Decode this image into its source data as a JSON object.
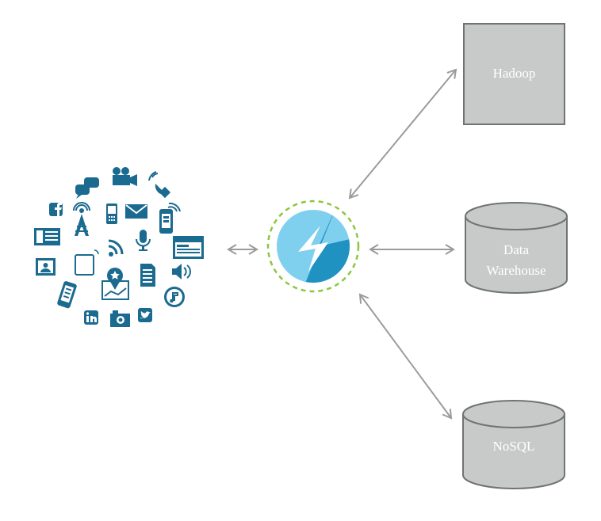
{
  "diagram": {
    "center_node": {
      "icon": "lightning-bolt-icon",
      "ring_color": "#8dc63f"
    },
    "targets": {
      "hadoop": {
        "label": "Hadoop",
        "shape": "box"
      },
      "data_warehouse": {
        "label_line1": "Data",
        "label_line2": "Warehouse",
        "shape": "cylinder"
      },
      "nosql": {
        "label": "NoSQL",
        "shape": "cylinder"
      }
    },
    "sources_cluster": {
      "icon_color": "#1b6a8f",
      "icons": [
        "chat-icon",
        "video-camera-icon",
        "satellite-dish-icon",
        "facebook-icon",
        "radio-tower-icon",
        "phone-icon",
        "email-icon",
        "smartphone-signal-icon",
        "newspaper-icon",
        "rss-icon",
        "microphone-icon",
        "webpage-icon",
        "contact-card-icon",
        "tablet-icon",
        "location-pin-icon",
        "document-icon",
        "speaker-icon",
        "mobile-icon",
        "music-icon",
        "linkedin-icon",
        "camera-icon",
        "twitter-icon"
      ]
    },
    "colors": {
      "node_fill": "#c8cac9",
      "node_stroke": "#6f7372",
      "arrow": "#9a9c9b",
      "bolt_light": "#7fcfee",
      "bolt_dark": "#1f92c2"
    }
  }
}
